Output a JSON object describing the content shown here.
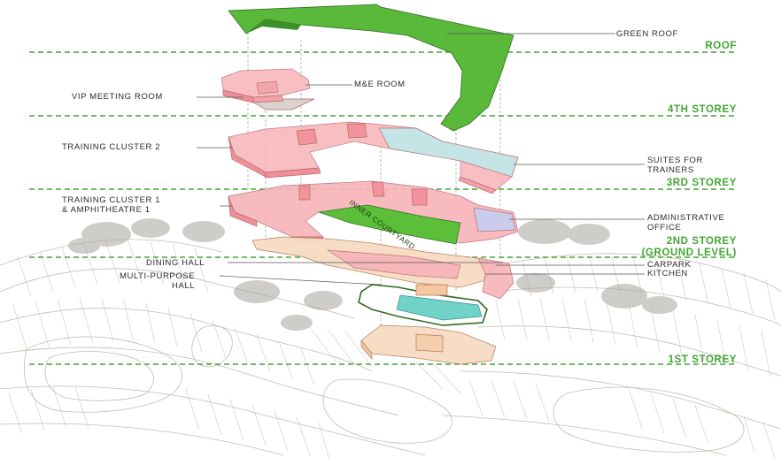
{
  "labels": {
    "green_roof": "GREEN ROOF",
    "me_room": "M&E ROOM",
    "vip_meeting_room": "VIP MEETING ROOM",
    "training_cluster_2": "TRAINING CLUSTER 2",
    "suites_line1": "SUITES FOR",
    "suites_line2": "TRAINERS",
    "training_cluster_1_line1": "TRAINING CLUSTER 1",
    "training_cluster_1_line2": "& AMPHITHEATRE 1",
    "admin_line1": "ADMINISTRATIVE",
    "admin_line2": "OFFICE",
    "inner_courtyard": "INNER COURTYARD",
    "dining_hall": "DINING HALL",
    "carpark": "CARPARK",
    "kitchen": "KITCHEN",
    "multipurpose_line1": "MULTI-PURPOSE",
    "multipurpose_line2": "HALL"
  },
  "levels": {
    "roof": "ROOF",
    "fourth": "4TH STOREY",
    "third": "3RD STOREY",
    "second_line1": "2ND STOREY",
    "second_line2": "(GROUND LEVEL)",
    "first": "1ST STOREY"
  },
  "colors": {
    "level_green": "#41a632",
    "roof_green": "#5cbf3a",
    "block_pink": "#f7b3b8",
    "block_pink_dark": "#ef8f98",
    "suites_cyan": "#bfe9ea",
    "admin_blue": "#c9cdf0",
    "ground_peach": "#f8dcc4",
    "pool_cyan": "#6fd3c7",
    "terrain_line": "#b9b0a8",
    "tree_grey": "#9a9590"
  }
}
